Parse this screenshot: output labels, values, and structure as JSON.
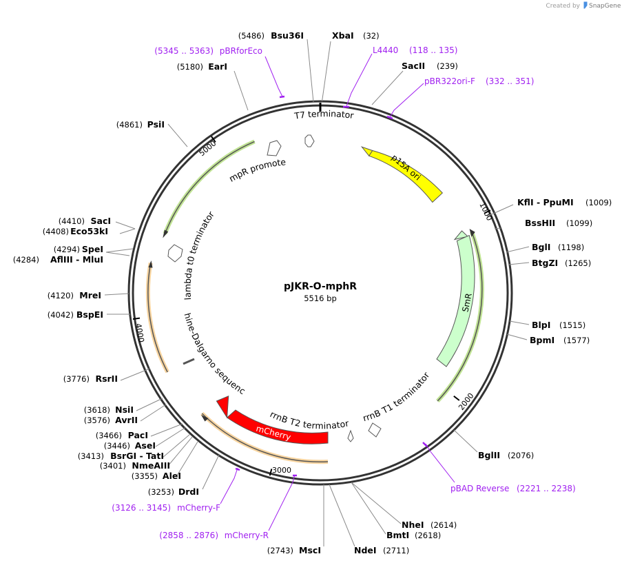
{
  "watermark": {
    "prefix": "Created by",
    "brand": "SnapGene"
  },
  "plasmid": {
    "name": "pJKR-O-mphR",
    "size_label": "5516 bp",
    "length": 5516
  },
  "ticks": [
    {
      "pos": 1000,
      "label": "1000"
    },
    {
      "pos": 2000,
      "label": "2000"
    },
    {
      "pos": 3000,
      "label": "3000"
    },
    {
      "pos": 4000,
      "label": "4000"
    },
    {
      "pos": 5000,
      "label": "5000"
    }
  ],
  "sites": [
    {
      "name": "XbaI",
      "pos": "(32)"
    },
    {
      "name": "SacII",
      "pos": "(239)"
    },
    {
      "name": "KflI - PpuMI",
      "pos": "(1009)"
    },
    {
      "name": "BssHII",
      "pos": "(1099)"
    },
    {
      "name": "BglI",
      "pos": "(1198)"
    },
    {
      "name": "BtgZI",
      "pos": "(1265)"
    },
    {
      "name": "BlpI",
      "pos": "(1515)"
    },
    {
      "name": "BpmI",
      "pos": "(1577)"
    },
    {
      "name": "BglII",
      "pos": "(2076)"
    },
    {
      "name": "NheI",
      "pos": "(2614)"
    },
    {
      "name": "BmtI",
      "pos": "(2618)"
    },
    {
      "name": "NdeI",
      "pos": "(2711)"
    },
    {
      "name": "MscI",
      "pos": "(2743)"
    },
    {
      "name": "DrdI",
      "pos": "(3253)"
    },
    {
      "name": "AleI",
      "pos": "(3355)"
    },
    {
      "name": "NmeAIII",
      "pos": "(3401)"
    },
    {
      "name": "BsrGI - TatI",
      "pos": "(3413)"
    },
    {
      "name": "AseI",
      "pos": "(3446)"
    },
    {
      "name": "PacI",
      "pos": "(3466)"
    },
    {
      "name": "AvrII",
      "pos": "(3576)"
    },
    {
      "name": "NsiI",
      "pos": "(3618)"
    },
    {
      "name": "RsrII",
      "pos": "(3776)"
    },
    {
      "name": "BspEI",
      "pos": "(4042)"
    },
    {
      "name": "MreI",
      "pos": "(4120)"
    },
    {
      "name": "AflIII - MluI",
      "pos": "(4284)"
    },
    {
      "name": "SpeI",
      "pos": "(4294)"
    },
    {
      "name": "Eco53kI",
      "pos": "(4408)"
    },
    {
      "name": "SacI",
      "pos": "(4410)"
    },
    {
      "name": "PsiI",
      "pos": "(4861)"
    },
    {
      "name": "EarI",
      "pos": "(5180)"
    },
    {
      "name": "Bsu36I",
      "pos": "(5486)"
    }
  ],
  "primers": [
    {
      "name": "L4440",
      "range": "(118 .. 135)"
    },
    {
      "name": "pBR322ori-F",
      "range": "(332 .. 351)"
    },
    {
      "name": "pBAD Reverse",
      "range": "(2221 .. 2238)"
    },
    {
      "name": "mCherry-R",
      "range": "(2858 .. 2876)"
    },
    {
      "name": "mCherry-F",
      "range": "(3126 .. 3145)"
    },
    {
      "name": "pBRforEco",
      "range": "(5345 .. 5363)"
    }
  ],
  "features": [
    {
      "label": "p15A ori",
      "type": "origin",
      "color": "#ffff00"
    },
    {
      "label": "SmR",
      "type": "cds",
      "color": "#ccffcc"
    },
    {
      "label": "mCherry",
      "type": "cds",
      "color": "#ff0000"
    },
    {
      "label": "T7 terminator",
      "type": "terminator"
    },
    {
      "label": "AmpR promoter",
      "type": "promoter"
    },
    {
      "label": "lambda t0 terminator",
      "type": "terminator"
    },
    {
      "label": "Shine-Dalgarno sequence",
      "type": "rbs"
    },
    {
      "label": "rrnB T2 terminator",
      "type": "terminator"
    },
    {
      "label": "rrnB T1 terminator",
      "type": "terminator"
    }
  ],
  "colors": {
    "backbone": "#333333",
    "primer": "#a020f0",
    "orf_green": "#8ccc3c",
    "orf_orange": "#f0b050",
    "brand": "#4a90e2"
  }
}
